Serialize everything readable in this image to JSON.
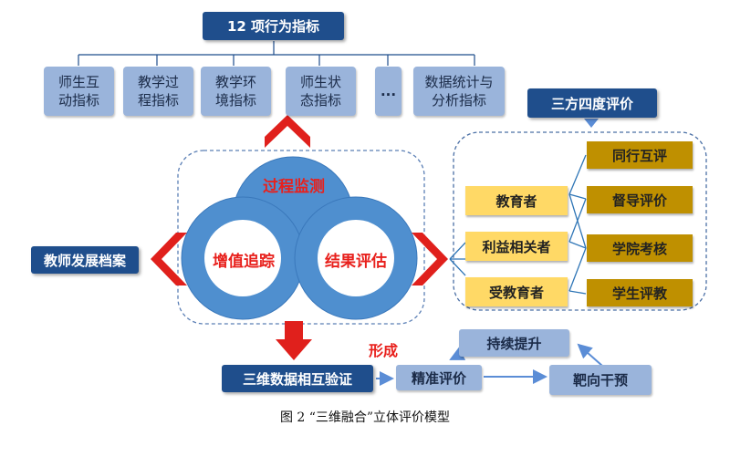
{
  "top_header": "12 项行为指标",
  "indicators": [
    {
      "line1": "师生互",
      "line2": "动指标"
    },
    {
      "line1": "教学过",
      "line2": "程指标"
    },
    {
      "line1": "教学环",
      "line2": "境指标"
    },
    {
      "line1": "师生状",
      "line2": "态指标"
    },
    {
      "line1": "...",
      "line2": ""
    },
    {
      "line1": "数据统计与",
      "line2": "分析指标"
    }
  ],
  "center": {
    "top": "过程监测",
    "left": "增值追踪",
    "right": "结果评估"
  },
  "left_box": "教师发展档案",
  "right_header": "三方四度评价",
  "stakeholders": [
    "教育者",
    "利益相关者",
    "受教育者"
  ],
  "evaluations": [
    "同行互评",
    "督导评价",
    "学院考核",
    "学生评教"
  ],
  "bottom": {
    "formed_label": "形成",
    "verify": "三维数据相互验证",
    "precise": "精准评价",
    "intervene": "靶向干预",
    "improve": "持续提升"
  },
  "caption": "图 2  “三维融合”立体评价模型",
  "colors": {
    "navy": "#1f4e8c",
    "light_blue": "#9ab4db",
    "circle_blue": "#4f8fcf",
    "yellow": "#ffd966",
    "gold": "#bf9000",
    "red": "#e8201c"
  }
}
